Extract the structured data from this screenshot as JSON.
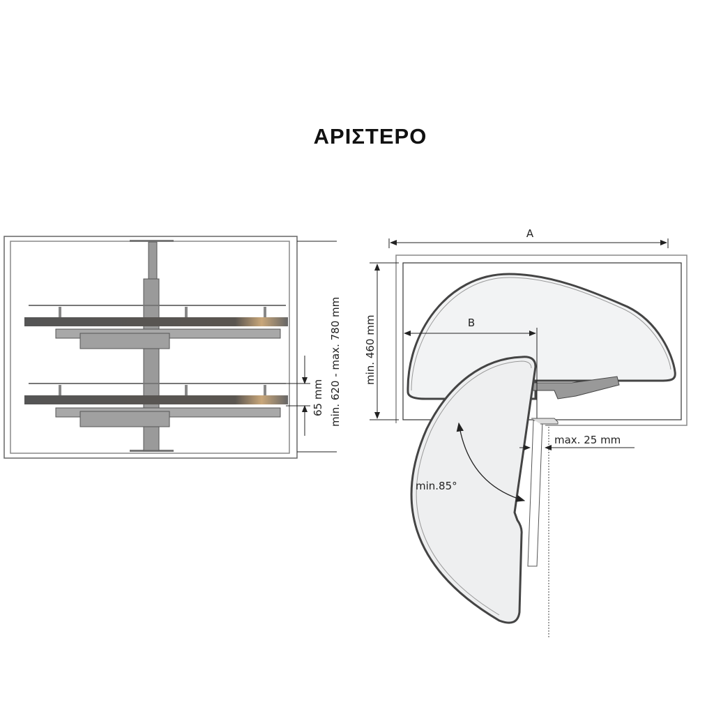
{
  "title": "ΑΡΙΣΤΕΡΟ",
  "side_view": {
    "height_label": "min. 620 - max. 780 mm",
    "gap_label": "65 mm"
  },
  "top_view": {
    "width_label": "A",
    "depth_b_label": "B",
    "depth_label": "min. 460 mm",
    "door_gap_label": "max. 25 mm",
    "angle_label": "min.85°"
  }
}
